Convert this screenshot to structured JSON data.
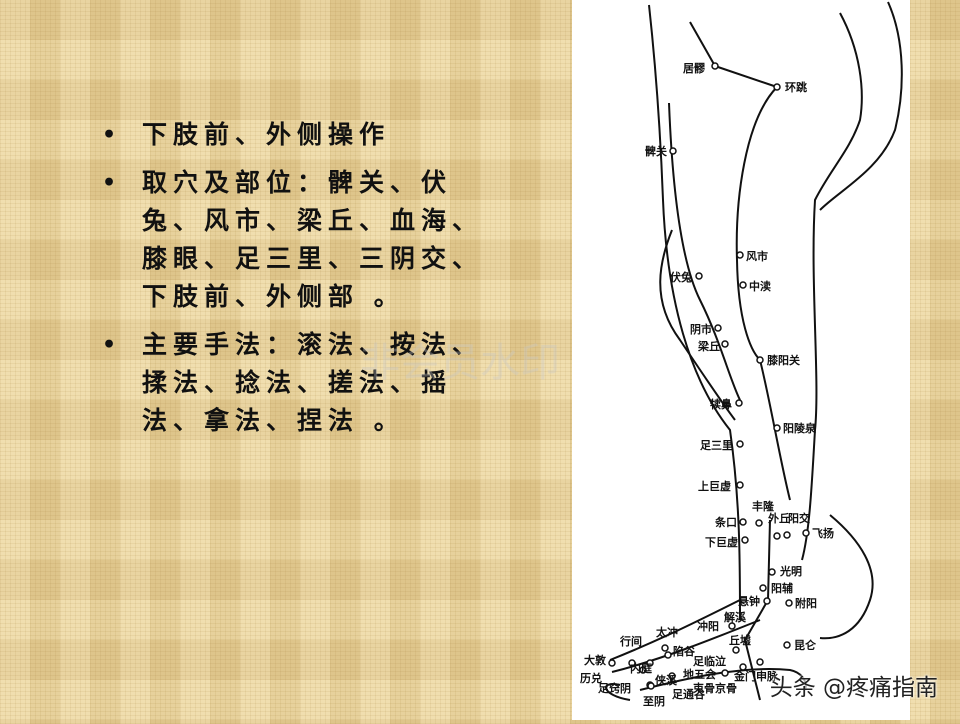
{
  "slide": {
    "bullets": [
      "下肢前、外侧操作",
      "取穴及部位：髀关、伏兔、风市、梁丘、血海、膝眼、足三里、三阴交、下肢前、外侧部 。",
      "主要手法：滚法、按法、揉法、捻法、搓法、摇法、拿法、捏法 。"
    ],
    "bullet_symbol": "•"
  },
  "diagram": {
    "points": [
      "居髎",
      "环跳",
      "髀关",
      "风市",
      "中渎",
      "伏兔",
      "阴市",
      "梁丘",
      "膝阳关",
      "犊鼻",
      "阳陵泉",
      "足三里",
      "上巨虚",
      "丰隆",
      "条口",
      "下巨虚",
      "外丘",
      "阳交",
      "飞扬",
      "光明",
      "阳辅",
      "悬钟",
      "附阳",
      "解溪",
      "冲阳",
      "丘墟",
      "昆仑",
      "太冲",
      "行间",
      "陷谷",
      "大敦",
      "内庭",
      "历兑",
      "足临泣",
      "地五会",
      "金门",
      "申脉",
      "足窍阴",
      "侠溪",
      "至阴",
      "足通谷",
      "束骨",
      "京骨"
    ]
  },
  "watermark": {
    "text": "头条 @疼痛指南",
    "faint": "非会员水印"
  }
}
